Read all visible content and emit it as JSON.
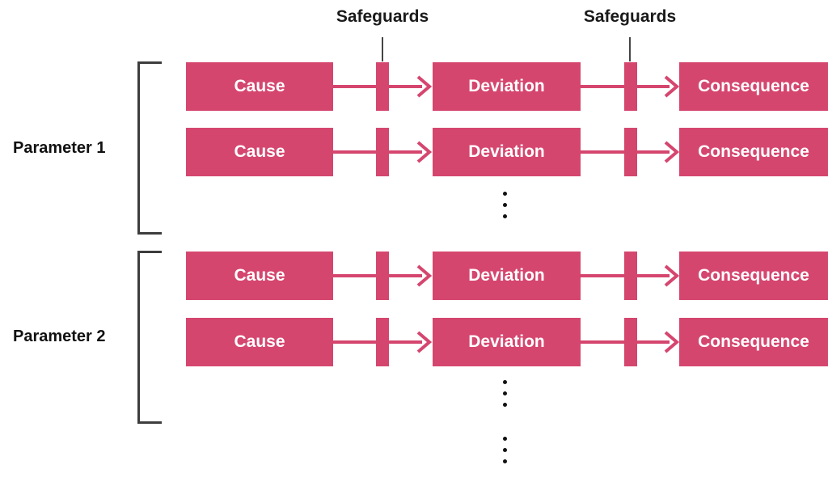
{
  "safeguards_labels": [
    "Safeguards",
    "Safeguards"
  ],
  "parameters": [
    {
      "label": "Parameter 1",
      "rows": [
        {
          "cause": "Cause",
          "deviation": "Deviation",
          "consequence": "Consequence"
        },
        {
          "cause": "Cause",
          "deviation": "Deviation",
          "consequence": "Consequence"
        }
      ]
    },
    {
      "label": "Parameter 2",
      "rows": [
        {
          "cause": "Cause",
          "deviation": "Deviation",
          "consequence": "Consequence"
        },
        {
          "cause": "Cause",
          "deviation": "Deviation",
          "consequence": "Consequence"
        }
      ]
    }
  ],
  "colors": {
    "box": "#d5466f",
    "bracket": "#3d3d3d",
    "text": "#111111"
  }
}
